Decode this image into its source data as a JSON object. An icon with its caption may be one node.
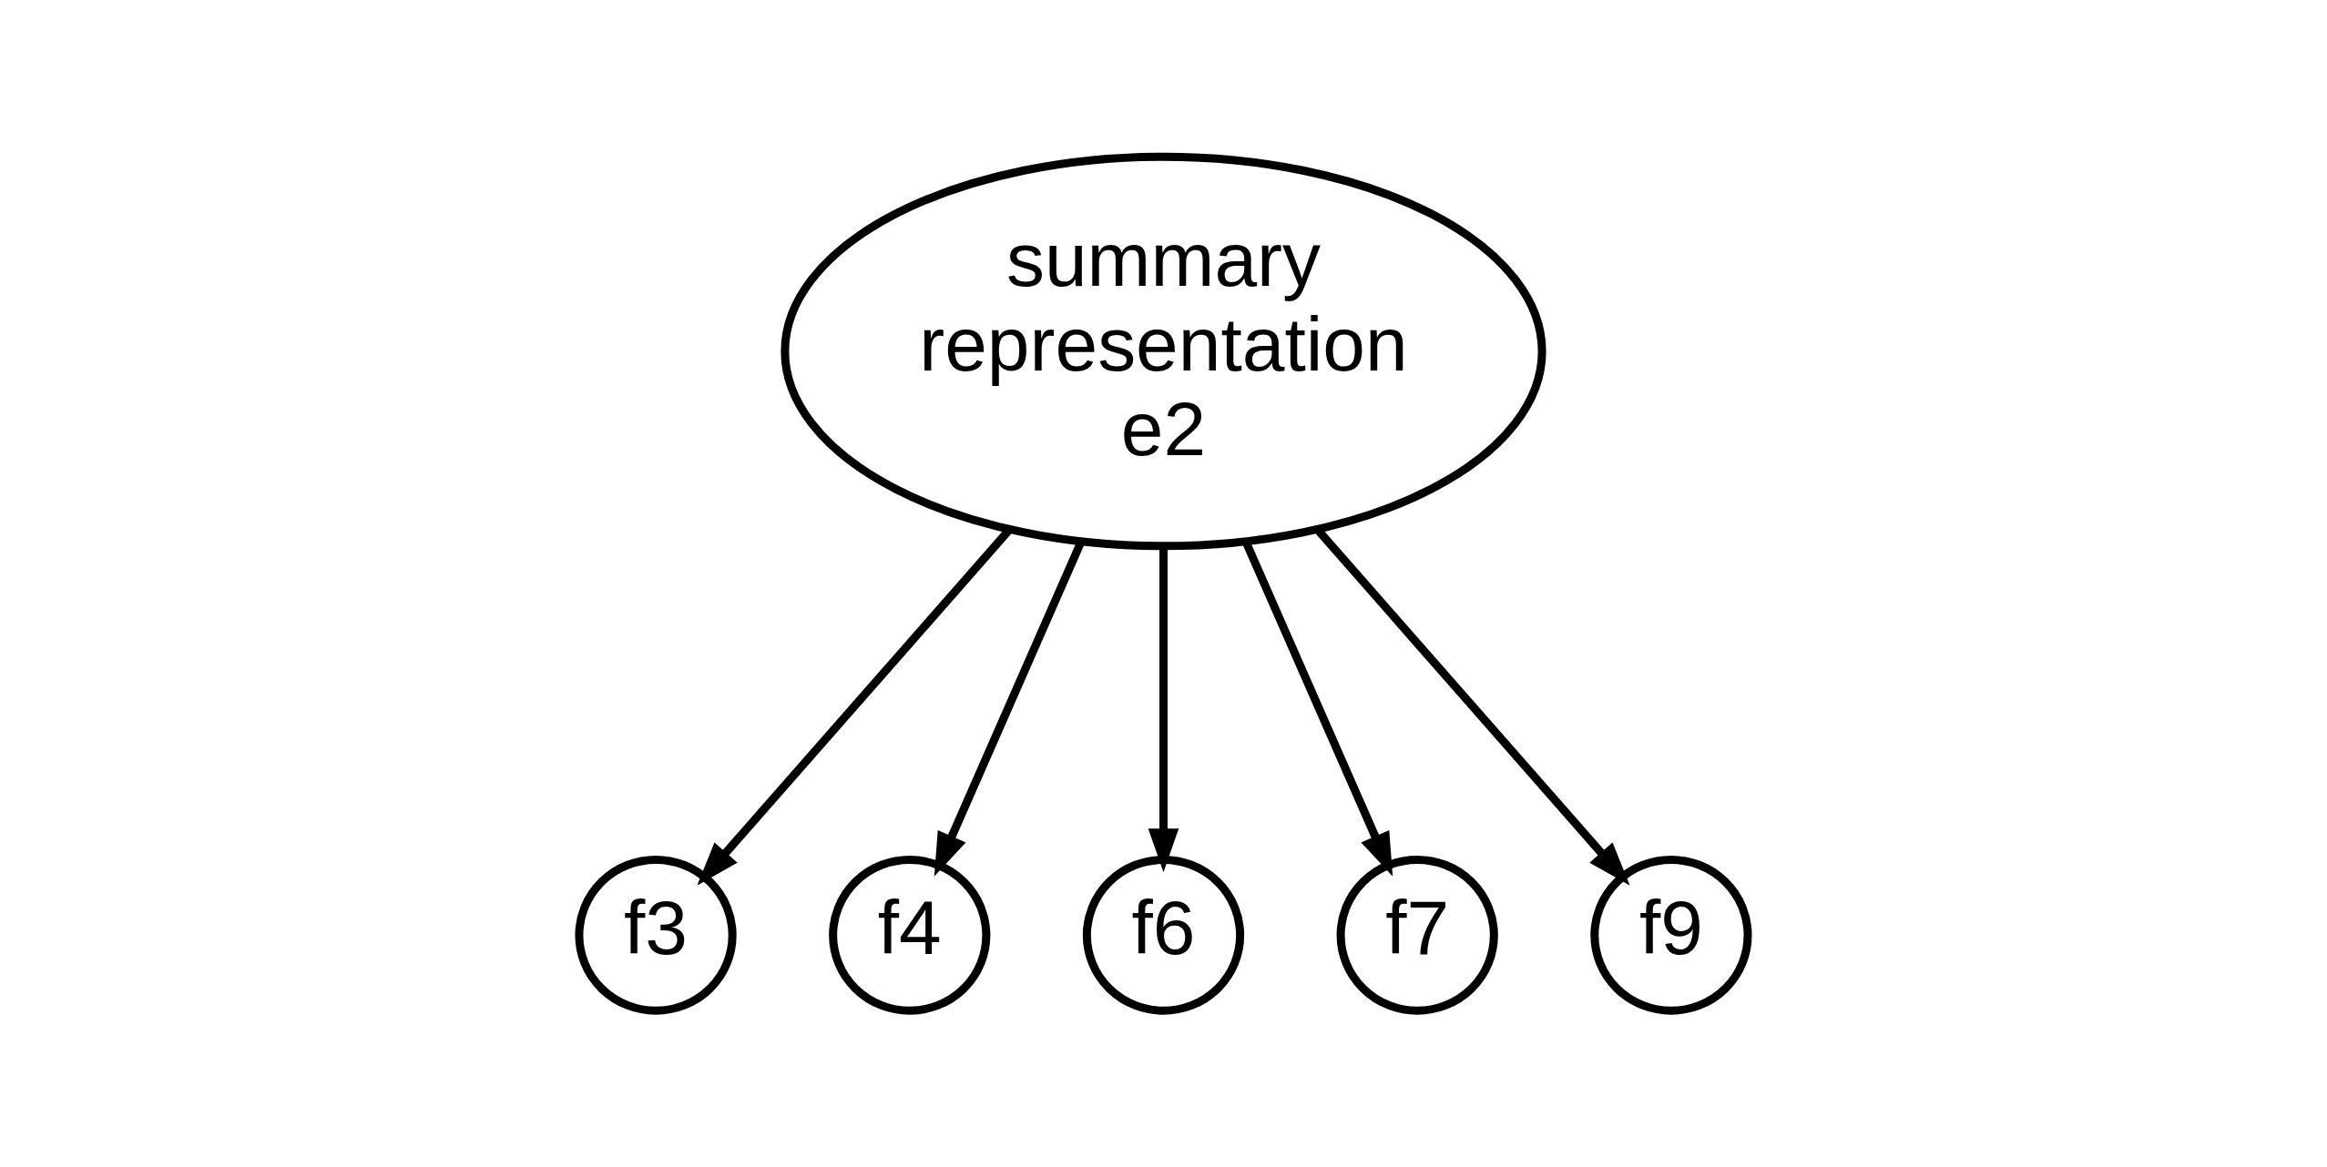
{
  "diagram": {
    "nodes": [
      {
        "text": [
          "summary representation e2"
        ]
      },
      {
        "text": [
          "f3"
        ]
      },
      {
        "text": [
          "f4"
        ]
      },
      {
        "text": [
          "f6"
        ]
      },
      {
        "text": [
          "f7"
        ]
      },
      {
        "text": [
          "f9"
        ]
      }
    ],
    "edges": [
      {
        "from": 0,
        "to": 1,
        "arrow": "to"
      },
      {
        "from": 0,
        "to": 2,
        "arrow": "to"
      },
      {
        "from": 0,
        "to": 3,
        "arrow": "to"
      },
      {
        "from": 0,
        "to": 4,
        "arrow": "to"
      },
      {
        "from": 0,
        "to": 5,
        "arrow": "to"
      }
    ]
  }
}
